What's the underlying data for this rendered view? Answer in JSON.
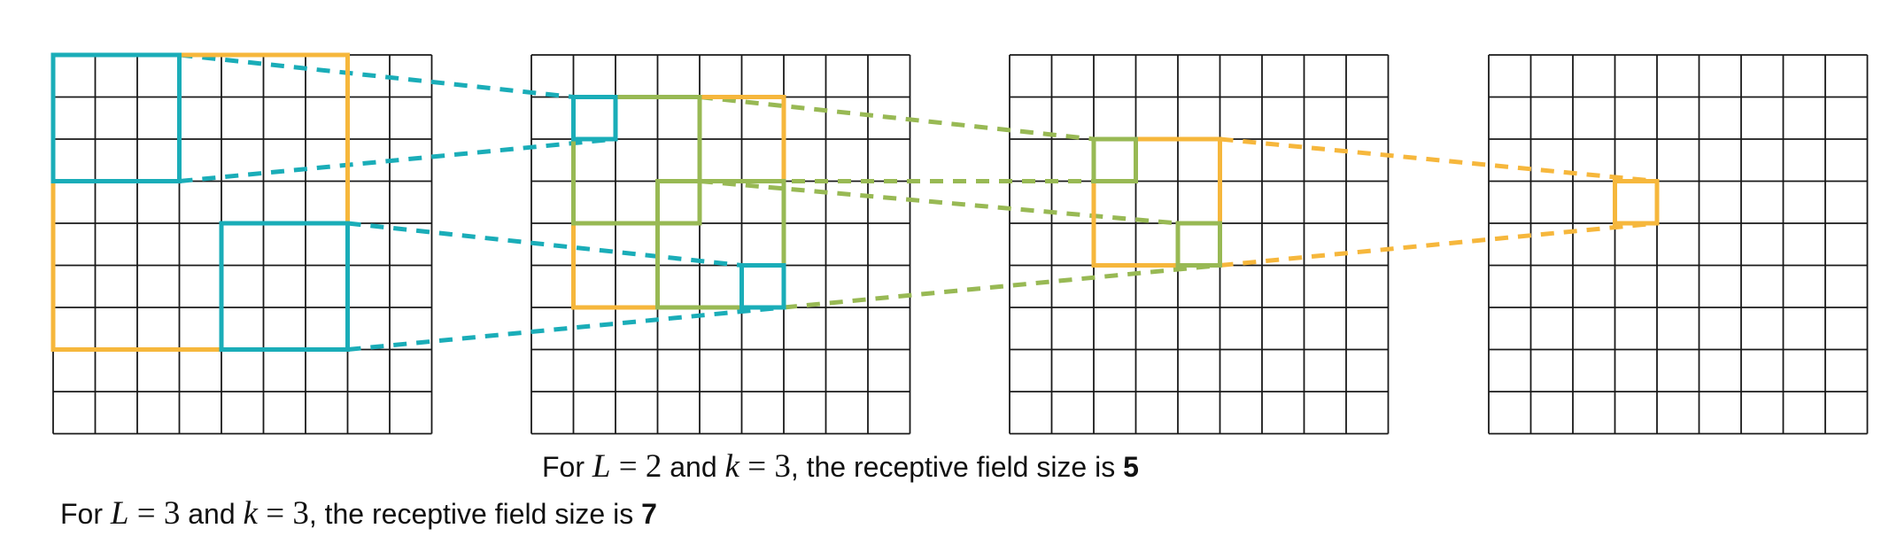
{
  "diagram": {
    "grid_size": 9,
    "layer_count": 4,
    "colors": {
      "grid_line": "#1a1a1a",
      "orange": "#F6B73C",
      "teal": "#1AADB8",
      "green": "#98B954"
    }
  },
  "captions": [
    {
      "lead": "For ",
      "L_var": "L",
      "eq1": " = 2",
      "and": " and ",
      "k_var": "k",
      "eq2": " = 3",
      "tail": ", the receptive field size is ",
      "value": "5"
    },
    {
      "lead": "For ",
      "L_var": "L",
      "eq1": " = 3",
      "and": " and ",
      "k_var": "k",
      "eq2": " = 3",
      "tail": ", the receptive field size is ",
      "value": "7"
    }
  ]
}
